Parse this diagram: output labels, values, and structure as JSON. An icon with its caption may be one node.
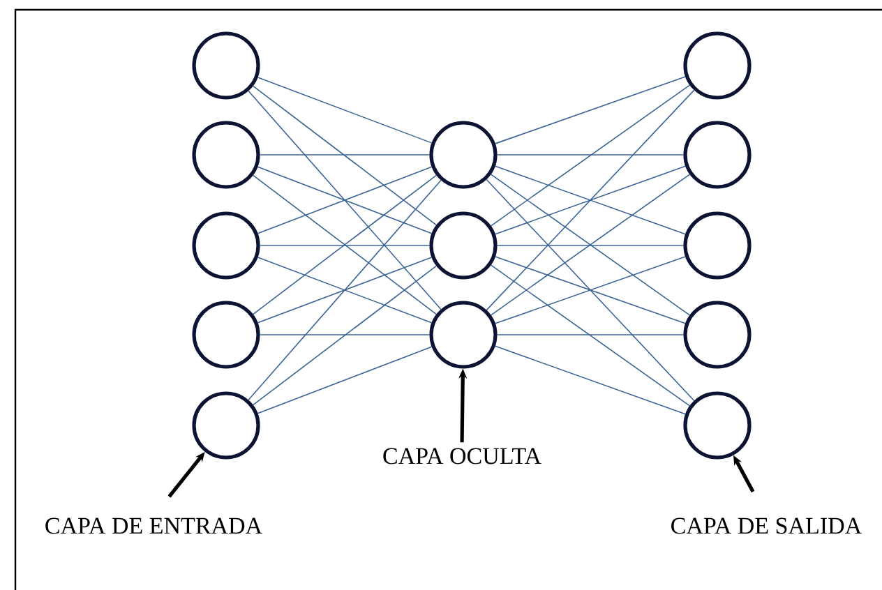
{
  "diagram": {
    "nodes": [
      {
        "text": [],
        "shape": "circle"
      },
      {
        "text": [],
        "shape": "circle"
      },
      {
        "text": [],
        "shape": "circle"
      },
      {
        "text": [],
        "shape": "circle"
      },
      {
        "text": [],
        "shape": "circle"
      },
      {
        "text": [],
        "shape": "circle"
      },
      {
        "text": [],
        "shape": "circle"
      },
      {
        "text": [],
        "shape": "circle"
      },
      {
        "text": [],
        "shape": "circle"
      },
      {
        "text": [],
        "shape": "circle"
      },
      {
        "text": [],
        "shape": "circle"
      },
      {
        "text": [],
        "shape": "circle"
      },
      {
        "text": [],
        "shape": "circle"
      },
      {
        "text": [
          "CAPA DE ENTRADA"
        ]
      },
      {
        "text": [
          "CAPA OCULTA"
        ]
      },
      {
        "text": [
          "CAPA DE SALIDA"
        ]
      }
    ],
    "edges": [
      {
        "from": 0,
        "to": 5,
        "arrow": "none"
      },
      {
        "from": 0,
        "to": 6,
        "arrow": "none"
      },
      {
        "from": 0,
        "to": 7,
        "arrow": "none"
      },
      {
        "from": 1,
        "to": 5,
        "arrow": "none"
      },
      {
        "from": 1,
        "to": 6,
        "arrow": "none"
      },
      {
        "from": 1,
        "to": 7,
        "arrow": "none"
      },
      {
        "from": 2,
        "to": 5,
        "arrow": "none"
      },
      {
        "from": 2,
        "to": 6,
        "arrow": "none"
      },
      {
        "from": 2,
        "to": 7,
        "arrow": "none"
      },
      {
        "from": 3,
        "to": 5,
        "arrow": "none"
      },
      {
        "from": 3,
        "to": 6,
        "arrow": "none"
      },
      {
        "from": 3,
        "to": 7,
        "arrow": "none"
      },
      {
        "from": 4,
        "to": 5,
        "arrow": "none"
      },
      {
        "from": 4,
        "to": 6,
        "arrow": "none"
      },
      {
        "from": 4,
        "to": 7,
        "arrow": "none"
      },
      {
        "from": 5,
        "to": 8,
        "arrow": "none"
      },
      {
        "from": 5,
        "to": 9,
        "arrow": "none"
      },
      {
        "from": 5,
        "to": 10,
        "arrow": "none"
      },
      {
        "from": 5,
        "to": 11,
        "arrow": "none"
      },
      {
        "from": 5,
        "to": 12,
        "arrow": "none"
      },
      {
        "from": 6,
        "to": 8,
        "arrow": "none"
      },
      {
        "from": 6,
        "to": 9,
        "arrow": "none"
      },
      {
        "from": 6,
        "to": 10,
        "arrow": "none"
      },
      {
        "from": 6,
        "to": 11,
        "arrow": "none"
      },
      {
        "from": 6,
        "to": 12,
        "arrow": "none"
      },
      {
        "from": 7,
        "to": 8,
        "arrow": "none"
      },
      {
        "from": 7,
        "to": 9,
        "arrow": "none"
      },
      {
        "from": 7,
        "to": 10,
        "arrow": "none"
      },
      {
        "from": 7,
        "to": 11,
        "arrow": "none"
      },
      {
        "from": 7,
        "to": 12,
        "arrow": "none"
      },
      {
        "from": 13,
        "to": 4,
        "arrow": "to",
        "color": "#000000",
        "style": "thick"
      },
      {
        "from": 14,
        "to": 7,
        "arrow": "to",
        "color": "#000000",
        "style": "thick"
      },
      {
        "from": 15,
        "to": 12,
        "arrow": "to",
        "color": "#000000",
        "style": "thick"
      }
    ]
  }
}
